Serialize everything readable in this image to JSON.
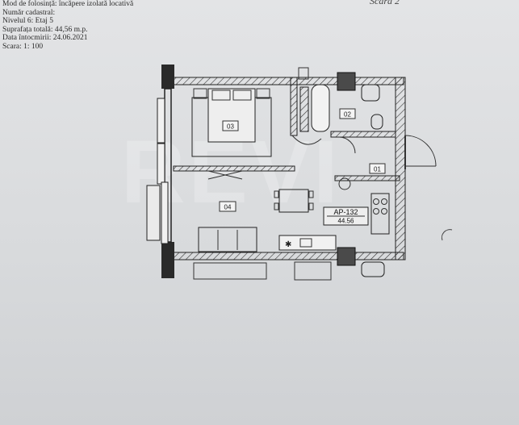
{
  "meta": {
    "line1": "Mod de folosință: încăpere izolată locativă",
    "line2": "Număr cadastral:",
    "line3": "Nivelul 6: Etaj 5",
    "line4": "Suprafața totală: 44,56 m.p.",
    "line5": "Data întocmirii: 24.06.2021",
    "line6": "Scara: 1: 100"
  },
  "header_right": "Scara 2",
  "rooms": {
    "r03": "03",
    "r02": "02",
    "r01": "01",
    "r04": "04"
  },
  "apartment": {
    "code": "AP-132",
    "area": "44.56"
  }
}
